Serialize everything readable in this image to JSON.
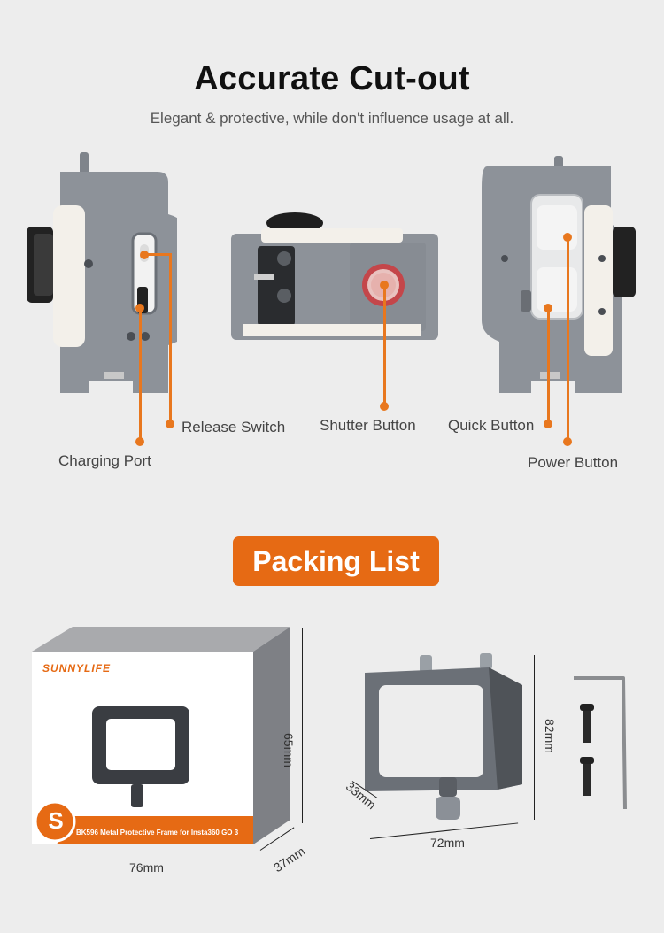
{
  "header": {
    "title": "Accurate Cut-out",
    "subtitle": "Elegant & protective, while don't influence usage at all."
  },
  "callouts": {
    "release_switch": "Release Switch",
    "charging_port": "Charging Port",
    "shutter_button": "Shutter Button",
    "quick_button": "Quick Button",
    "power_button": "Power Button"
  },
  "packing": {
    "heading": "Packing List",
    "box_brand": "SUNNYLIFE",
    "box_caption": "BK596 Metal Protective Frame for Insta360 GO 3",
    "box_width": "76mm",
    "box_depth": "37mm",
    "box_height": "65mm",
    "frame_width": "72mm",
    "frame_depth": "33mm",
    "frame_height": "82mm"
  },
  "colors": {
    "accent": "#e66a14",
    "frame_grey": "#8b9097",
    "background": "#ededed"
  }
}
